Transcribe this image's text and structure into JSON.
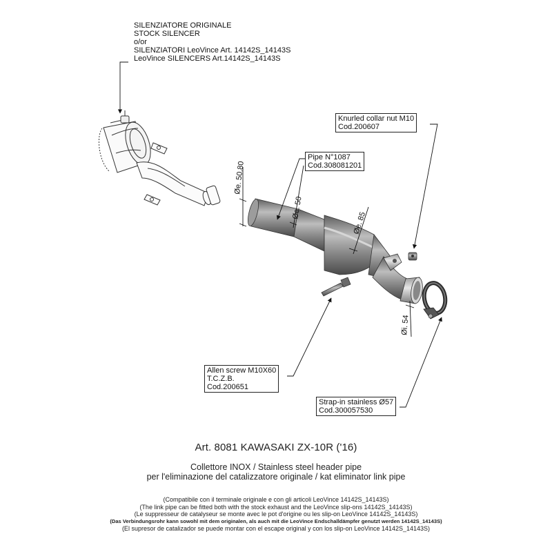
{
  "callouts": {
    "silencer": {
      "line1": "SILENZIATORE ORIGINALE",
      "line2": "STOCK SILENCER",
      "line3": "o/or",
      "line4": "SILENZIATORI LeoVince Art. 14142S_14143S",
      "line5": "LeoVince SILENCERS Art.14142S_14143S"
    },
    "collar_nut": {
      "line1": "Knurled collar nut M10",
      "line2": "Cod.200607"
    },
    "pipe": {
      "line1": "Pipe N°1087",
      "line2": "Cod.308081201"
    },
    "allen_screw": {
      "line1": "Allen screw M10X60",
      "line2": "T.C.Z.B.",
      "line3": "Cod.200651"
    },
    "strap": {
      "line1": "Strap-in stainless Ø57",
      "line2": "Cod.300057530"
    }
  },
  "dimensions": {
    "d1": "Øe. 50.80",
    "d2": "Øe. 50",
    "d3": "Øe. 85",
    "d4": "Øi. 54"
  },
  "footer": {
    "art": "Art. 8081  KAWASAKI ZX-10R ('16)",
    "desc1": "Collettore INOX / Stainless steel header pipe",
    "desc2": "per l'eliminazione del catalizzatore originale / kat eliminator link pipe",
    "compat_it": "(Compatibile con il terminale originale e con gli articoli LeoVince 14142S_14143S)",
    "compat_en": "(The link pipe can be fitted both with the stock exhaust and the LeoVince slip-ons 14142S_14143S)",
    "compat_fr": "(Le suppresseur de catalyseur se monte avec le pot d'origine ou les slip-on LeoVince 14142S_14143S)",
    "compat_de": "(Das Verbindungsrohr kann sowohl mit dem originalen, als auch mit die LeoVince Endschalldämpfer genutzt werden 14142S_14143S)",
    "compat_es": "(El supresor de catalizador se puede montar con el escape original y con los slip-on LeoVince 14142S_14143S)"
  }
}
